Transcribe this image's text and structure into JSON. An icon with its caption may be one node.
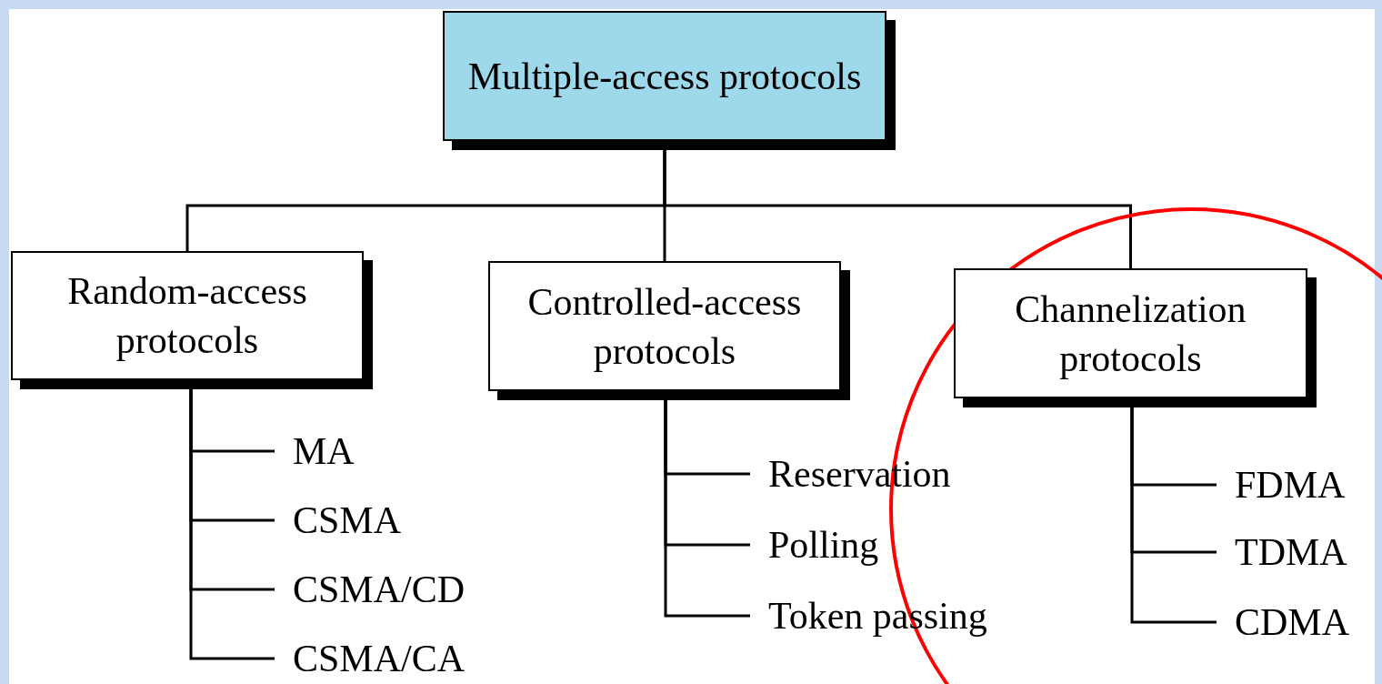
{
  "diagram": {
    "nodes": [
      {
        "text": [
          "Multiple-access protocols"
        ]
      },
      {
        "text": [
          "Random-access protocols"
        ]
      },
      {
        "text": [
          "Controlled-access protocols"
        ]
      },
      {
        "text": [
          "Channelization protocols"
        ]
      },
      {
        "text": [
          "MA"
        ]
      },
      {
        "text": [
          "CSMA"
        ]
      },
      {
        "text": [
          "CSMA/CD"
        ]
      },
      {
        "text": [
          "CSMA/CA"
        ]
      },
      {
        "text": [
          "Reservation"
        ]
      },
      {
        "text": [
          "Polling"
        ]
      },
      {
        "text": [
          "Token passing"
        ]
      },
      {
        "text": [
          "FDMA"
        ]
      },
      {
        "text": [
          "TDMA"
        ]
      },
      {
        "text": [
          "CDMA"
        ]
      }
    ],
    "edges": [
      {
        "from": 0,
        "to": 1,
        "arrow": "none"
      },
      {
        "from": 0,
        "to": 2,
        "arrow": "none"
      },
      {
        "from": 0,
        "to": 3,
        "arrow": "none"
      },
      {
        "from": 1,
        "to": 4,
        "arrow": "none"
      },
      {
        "from": 1,
        "to": 5,
        "arrow": "none"
      },
      {
        "from": 1,
        "to": 6,
        "arrow": "none"
      },
      {
        "from": 1,
        "to": 7,
        "arrow": "none"
      },
      {
        "from": 2,
        "to": 8,
        "arrow": "none"
      },
      {
        "from": 2,
        "to": 9,
        "arrow": "none"
      },
      {
        "from": 2,
        "to": 10,
        "arrow": "none"
      },
      {
        "from": 3,
        "to": 11,
        "arrow": "none"
      },
      {
        "from": 3,
        "to": 12,
        "arrow": "none"
      },
      {
        "from": 3,
        "to": 13,
        "arrow": "none"
      }
    ]
  }
}
